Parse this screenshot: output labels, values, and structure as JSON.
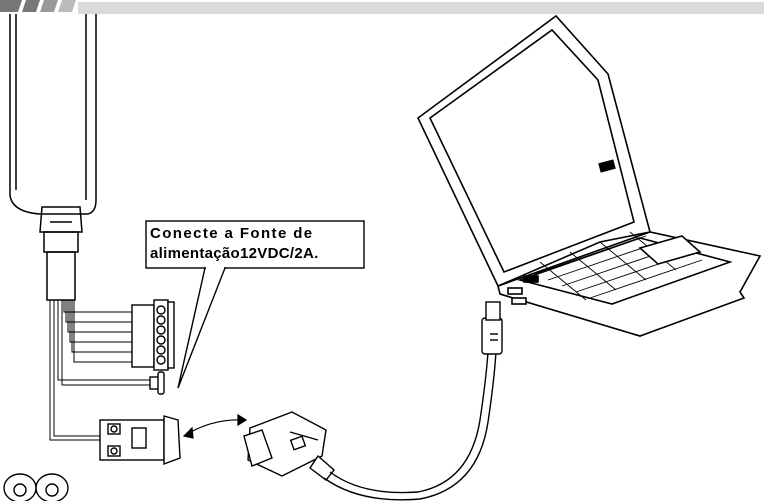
{
  "diagram": {
    "callout": {
      "line1": "Conecte a Fonte de",
      "line2": "alimentação12VDC/2A."
    },
    "devices": [
      "device-housing",
      "terminal-block-connector",
      "power-jack",
      "db9-serial-connector",
      "usb-serial-adapter",
      "usb-plug",
      "laptop-computer"
    ],
    "colors": {
      "stroke": "#000000",
      "fill": "#ffffff",
      "header_band": "#d9d9d9"
    }
  }
}
